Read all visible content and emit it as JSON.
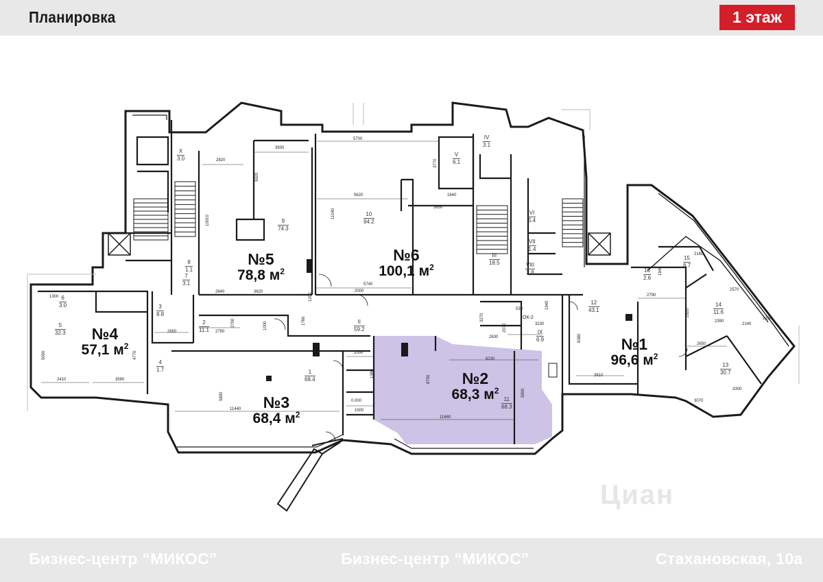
{
  "header": {
    "title": "Планировка",
    "floor": "1 этаж"
  },
  "colors": {
    "accent": "#d31f2a",
    "highlight": "#cdc3e6",
    "wall": "#1a1a1a",
    "band": "#e8e8e8"
  },
  "units": [
    {
      "num": "№1",
      "area": "96,6 м",
      "unit": "2"
    },
    {
      "num": "№2",
      "area": "68,3 м",
      "unit": "2"
    },
    {
      "num": "№3",
      "area": "68,4 м",
      "unit": "2"
    },
    {
      "num": "№4",
      "area": "57,1 м",
      "unit": "2"
    },
    {
      "num": "№5",
      "area": "78,8 м",
      "unit": "2"
    },
    {
      "num": "№6",
      "area": "100,1 м",
      "unit": "2"
    }
  ],
  "rooms": [
    {
      "id": "1",
      "area": "68.4"
    },
    {
      "id": "2",
      "area": "11.1"
    },
    {
      "id": "3",
      "area": "8.8"
    },
    {
      "id": "4",
      "area": "1.7"
    },
    {
      "id": "5",
      "area": "32.3"
    },
    {
      "id": "6",
      "area": "3.0"
    },
    {
      "id": "7",
      "area": "3.1"
    },
    {
      "id": "8",
      "area": "1.1"
    },
    {
      "id": "9",
      "area": "74.3"
    },
    {
      "id": "10",
      "area": "94.2"
    },
    {
      "id": "11",
      "area": "68.3"
    },
    {
      "id": "12",
      "area": "43.1"
    },
    {
      "id": "13",
      "area": "30.7"
    },
    {
      "id": "14",
      "area": "11.6"
    },
    {
      "id": "15",
      "area": "8.7"
    },
    {
      "id": "16",
      "area": "2.6"
    },
    {
      "id": "II",
      "area": "59.2"
    },
    {
      "id": "III",
      "area": "18.5"
    },
    {
      "id": "IV",
      "area": "3.1"
    },
    {
      "id": "V",
      "area": "6.1"
    },
    {
      "id": "VI",
      "area": "5.4"
    },
    {
      "id": "VII",
      "area": "1.4"
    },
    {
      "id": "VIII",
      "area": "2.8"
    },
    {
      "id": "IX",
      "area": "6.9"
    },
    {
      "id": "X",
      "area": "3.0"
    }
  ],
  "dimensions": [
    "3930",
    "5700",
    "2820",
    "5620",
    "3650",
    "1640",
    "3770",
    "5740",
    "2000",
    "3620",
    "2640",
    "2790",
    "2650",
    "2000",
    "1500",
    "2630",
    "6230",
    "11660",
    "11440",
    "5890",
    "2410",
    "3590",
    "5000",
    "4770",
    "3910",
    "6380",
    "2790",
    "2650",
    "2390",
    "1000",
    "3230",
    "1300",
    "8700",
    "5900",
    "10010",
    "11040",
    "1200",
    "1760",
    "2700",
    "1000",
    "530",
    "1940",
    "3270",
    "2070",
    "2520",
    "2570",
    "2180",
    "2140",
    "3300",
    "3070",
    "2160",
    "1940",
    "1380",
    "5920"
  ],
  "labels": {
    "ok2": "ОК-2",
    "sink": "0.000"
  },
  "watermark": "Циан",
  "footer": {
    "left": "Бизнес-центр “МИКОС”",
    "center": "Бизнес-центр “МИКОС”",
    "right": "Стахановская, 10а"
  }
}
